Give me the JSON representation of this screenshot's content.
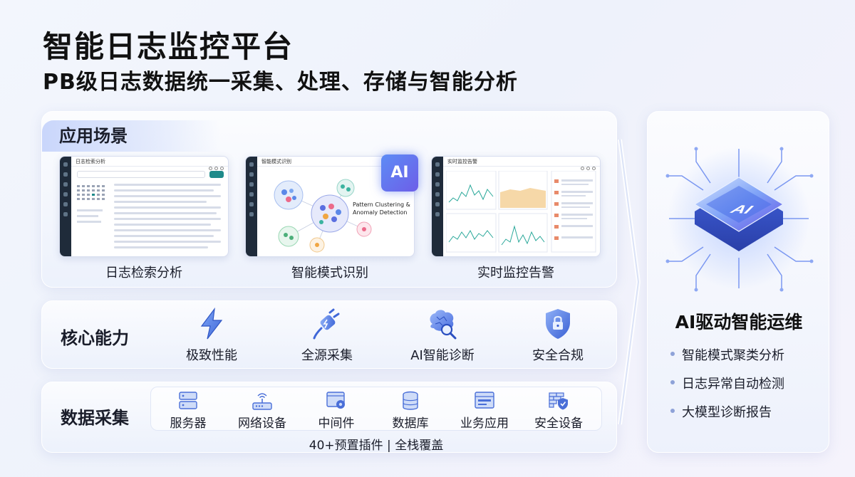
{
  "header": {
    "title": "智能日志监控平台",
    "subtitle": "PB级日志数据统一采集、处理、存储与智能分析"
  },
  "scenes": {
    "title": "应用场景",
    "items": [
      {
        "label": "日志检索分析",
        "screen_title": "日志检索分析"
      },
      {
        "label": "智能模式识别",
        "screen_title": "智能模式识别",
        "overlay_text": "Pattern Clustering & Anomaly Detection",
        "badge": "AI"
      },
      {
        "label": "实时监控告警",
        "screen_title": "实时监控告警"
      }
    ]
  },
  "capabilities": {
    "title": "核心能力",
    "items": [
      {
        "label": "极致性能",
        "icon": "lightning-icon"
      },
      {
        "label": "全源采集",
        "icon": "plug-icon"
      },
      {
        "label": "AI智能诊断",
        "icon": "brain-search-icon"
      },
      {
        "label": "安全合规",
        "icon": "shield-lock-icon"
      }
    ]
  },
  "data_collection": {
    "title": "数据采集",
    "items": [
      {
        "label": "服务器",
        "icon": "server-icon"
      },
      {
        "label": "网络设备",
        "icon": "router-icon"
      },
      {
        "label": "中间件",
        "icon": "middleware-icon"
      },
      {
        "label": "数据库",
        "icon": "database-icon"
      },
      {
        "label": "业务应用",
        "icon": "app-window-icon"
      },
      {
        "label": "安全设备",
        "icon": "firewall-icon"
      }
    ],
    "footer": "40+预置插件 | 全栈覆盖"
  },
  "ai_ops": {
    "chip_text": "AI",
    "title": "AI驱动智能运维",
    "items": [
      "智能模式聚类分析",
      "日志异常自动检测",
      "大模型诊断报告"
    ]
  },
  "colors": {
    "accent": "#3b82f6",
    "brand_blue": "#4f6fe0",
    "panel_tag": "#c9d6fb",
    "sidebar_dark": "#1f2b3a"
  }
}
